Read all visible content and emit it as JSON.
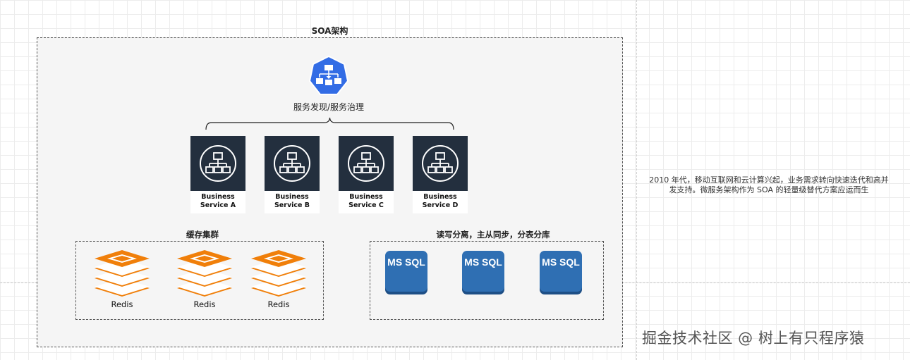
{
  "diagram": {
    "title": "SOA架构",
    "governance": {
      "label": "服务发现/服务治理",
      "icon": "hierarchy-heptagon-icon",
      "color": "#326ce5"
    },
    "services": [
      {
        "line1": "Business",
        "line2": "Service A"
      },
      {
        "line1": "Business",
        "line2": "Service B"
      },
      {
        "line1": "Business",
        "line2": "Service C"
      },
      {
        "line1": "Business",
        "line2": "Service D"
      }
    ],
    "service_icon_color": "#232f3e",
    "cache_group": {
      "title": "缓存集群",
      "items": [
        "Redis",
        "Redis",
        "Redis"
      ],
      "color": "#f07f0a"
    },
    "db_group": {
      "title": "读写分离，主从同步，分表分库",
      "items": [
        "MS SQL",
        "MS SQL",
        "MS SQL"
      ],
      "color": "#2f6fb3"
    }
  },
  "note": {
    "text": "2010 年代，移动互联网和云计算兴起，业务需求转向快速迭代和高并发支持。微服务架构作为 SOA 的轻量级替代方案应运而生"
  },
  "watermark": {
    "text": "掘金技术社区 @ 树上有只程序猿"
  }
}
